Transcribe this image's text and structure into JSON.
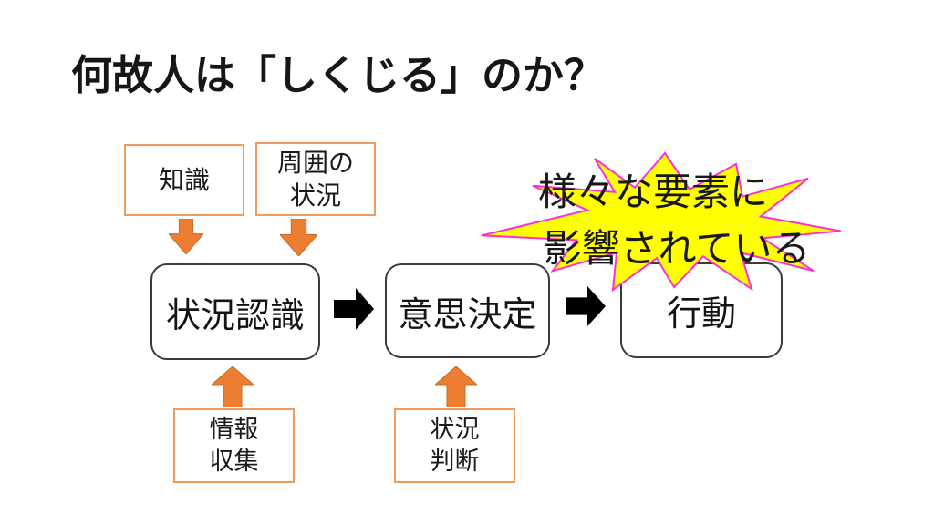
{
  "title": "何故人は「しくじる」のか？",
  "colors": {
    "arrow_orange": "#ED7D31",
    "arrow_orange_border": "#C86D28",
    "input_box_border": "#EE9D5F",
    "flow_box_border": "#3B3B3B",
    "black_arrow": "#000000",
    "star_fill": "#FFFF00",
    "star_border": "#FF2ED2",
    "text": "#1A1A1A",
    "background": "#FFFFFF"
  },
  "diagram": {
    "top_inputs": [
      {
        "line1": "知識"
      },
      {
        "line1": "周囲の",
        "line2": "状況"
      }
    ],
    "flow_boxes": [
      {
        "label": "状況認識"
      },
      {
        "label": "意思決定"
      },
      {
        "label": "行動"
      }
    ],
    "bottom_inputs": [
      {
        "line1": "情報",
        "line2": "収集"
      },
      {
        "line1": "状況",
        "line2": "判断"
      }
    ],
    "callout": {
      "line1": "様々な要素に",
      "line2": "影響されている"
    }
  }
}
